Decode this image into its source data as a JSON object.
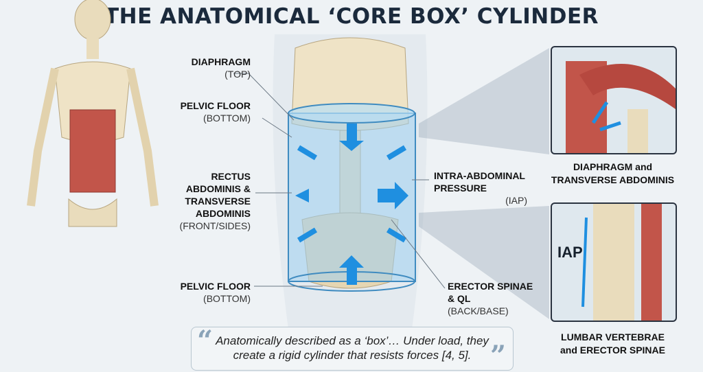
{
  "title": "THE ANATOMICAL ‘CORE BOX’ CYLINDER",
  "labels": {
    "diaphragm_top": {
      "name": "DIAPHRAGM",
      "sub": "(TOP)"
    },
    "pelvic_floor_upper": {
      "name": "PELVIC FLOOR",
      "sub": "(BOTTOM)"
    },
    "rectus": {
      "name": "RECTUS ABDOMINIS & TRANSVERSE ABDOMINIS",
      "sub": "(FRONT/SIDES)"
    },
    "pelvic_floor_lower": {
      "name": "PELVIC FLOOR",
      "sub": "(BOTTOM)"
    },
    "iap": {
      "name": "INTRA-ABDOMINAL PRESSURE",
      "sub": "(IAP)"
    },
    "erector": {
      "name": "ERECTOR SPINAE & QL",
      "sub": "(BACK/BASE)"
    }
  },
  "panels": {
    "top_caption_line1": "DIAPHRAGM and",
    "top_caption_line2": "TRANSVERSE ABDOMINIS",
    "bottom_iap": "IAP",
    "bottom_caption_line1": "LUMBAR VERTEBRAE",
    "bottom_caption_line2": "and ERECTOR SPINAE"
  },
  "quote": {
    "open": "“",
    "text": "Anatomically described as a ‘box’… Under load, they create a rigid cylinder that resists forces [4, 5].",
    "close": "”"
  },
  "colors": {
    "arrow": "#1f8fe0",
    "muscle": "#c2554a",
    "bone": "#e8d8b4",
    "cylinder": "#9fd0f0"
  }
}
